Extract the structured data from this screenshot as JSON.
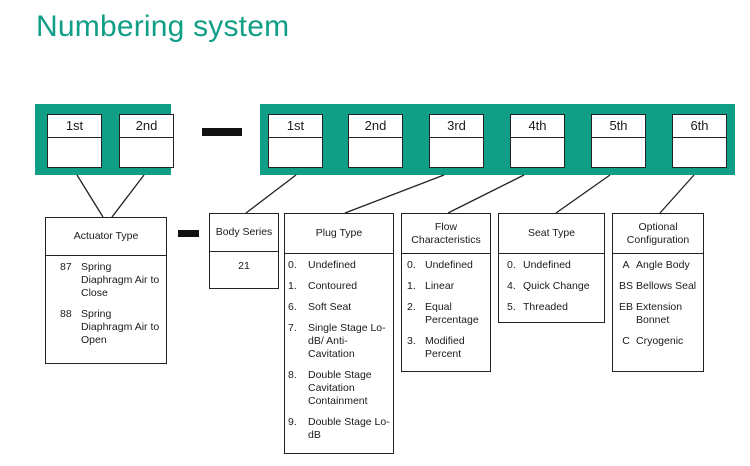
{
  "title": "Numbering system",
  "colors": {
    "accent": "#119e86"
  },
  "actuator_digits": [
    "1st",
    "2nd"
  ],
  "body_digits": [
    "1st",
    "2nd",
    "3rd",
    "4th",
    "5th",
    "6th"
  ],
  "actuator_type": {
    "header": "Actuator Type",
    "items": [
      {
        "code": "87",
        "text": "Spring Diaphragm Air to Close"
      },
      {
        "code": "88",
        "text": "Spring Diaphragm Air to Open"
      }
    ]
  },
  "body_series": {
    "header": "Body Series",
    "value": "21"
  },
  "plug_type": {
    "header": "Plug Type",
    "items": [
      {
        "code": "0.",
        "text": "Undefined"
      },
      {
        "code": "1.",
        "text": "Contoured"
      },
      {
        "code": "6.",
        "text": "Soft Seat"
      },
      {
        "code": "7.",
        "text": "Single Stage Lo-dB/ Anti-Cavitation"
      },
      {
        "code": "8.",
        "text": "Double Stage Cavitation Containment"
      },
      {
        "code": "9.",
        "text": "Double Stage Lo-dB"
      }
    ]
  },
  "flow_characteristics": {
    "header": "Flow Characteristics",
    "items": [
      {
        "code": "0.",
        "text": "Undefined"
      },
      {
        "code": "1.",
        "text": "Linear"
      },
      {
        "code": "2.",
        "text": "Equal Percentage"
      },
      {
        "code": "3.",
        "text": "Modified Percent"
      }
    ]
  },
  "seat_type": {
    "header": "Seat Type",
    "items": [
      {
        "code": "0.",
        "text": "Undefined"
      },
      {
        "code": "4.",
        "text": "Quick Change"
      },
      {
        "code": "5.",
        "text": "Threaded"
      }
    ]
  },
  "optional_configuration": {
    "header": "Optional Configuration",
    "items": [
      {
        "code": "A",
        "text": "Angle Body"
      },
      {
        "code": "BS",
        "text": "Bellows Seal"
      },
      {
        "code": "EB",
        "text": "Extension Bonnet"
      },
      {
        "code": "C",
        "text": "Cryogenic"
      }
    ]
  }
}
